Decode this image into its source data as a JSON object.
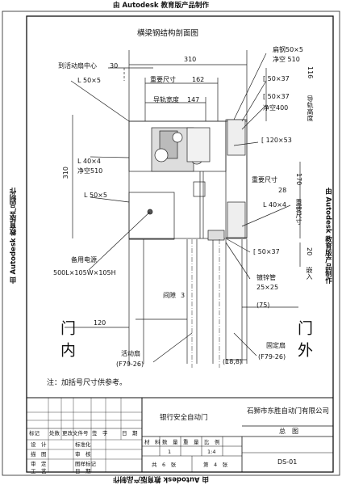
{
  "watermark": "由 Autodesk 教育版产品制作",
  "title": "横梁钢结构剖面图",
  "dims": {
    "top_310": "310",
    "center_30": "30",
    "h_162": "162",
    "w_147": "147",
    "h_116": "116",
    "h_310": "310",
    "h_170": "170",
    "w_28": "28",
    "w_20": "20",
    "gap_3": "3",
    "w_120": "120",
    "w_75": "(75)",
    "w_18_8": "(18,8)"
  },
  "labels": {
    "to_door_center": "到活动扇中心",
    "L50x5_top": "L 50×5",
    "heavy_size_1": "重要尺寸",
    "rail_width": "导轨宽度",
    "flat_steel": "扁钢50×5",
    "clear_510_top": "净空 510",
    "c50x37_1": "[ 50×37",
    "rail_height": "导轨高度",
    "c50x37_2": "[ 50×37",
    "clear_400": "净空400",
    "c120x53": "[ 120×53",
    "L40x4_left": "L 40×4",
    "clear_510_left": "净空510",
    "heavy_size_2": "重要尺寸",
    "heavy_size_3": "重要尺寸",
    "L50x5_left": "L 50×5",
    "L40x4_right": "L 40×4",
    "backup_power": "备用电源",
    "power_size": "500L×105W×105H",
    "c50x37_3": "[ 50×37",
    "embed": "嵌入",
    "galv_pipe": "镀锌管",
    "pipe_size": "25×25",
    "gap": "间隙",
    "inner_door": "门内",
    "outer_door": "门外",
    "fixed_leaf": "固定扇",
    "fixed_leaf_model": "(F79-26)",
    "moving_leaf": "活动扇",
    "moving_leaf_model": "(F79-26)",
    "note": "注：加括号尺寸供参考。"
  },
  "title_block": {
    "project": "银行安全自动门",
    "company": "石狮市东胜自动门有限公司",
    "drawing_name": "总　图",
    "drawing_no": "DS-01",
    "rev_headers": [
      "标记",
      "处数",
      "更改文件号",
      "签　字",
      "日　期"
    ],
    "roles": [
      "设　计",
      "描　图",
      "审　定",
      "工　艺"
    ],
    "roles2": [
      "标准化",
      "审　核",
      "图样标记",
      "日　期"
    ],
    "material_label": "材　料",
    "quantity_label": "数　量",
    "weight_label": "重　量",
    "scale_label": "比　例",
    "quantity": "1",
    "scale": "1:4",
    "sheet_total_label": "共　6　张",
    "sheet_no_label": "第　4　张"
  }
}
